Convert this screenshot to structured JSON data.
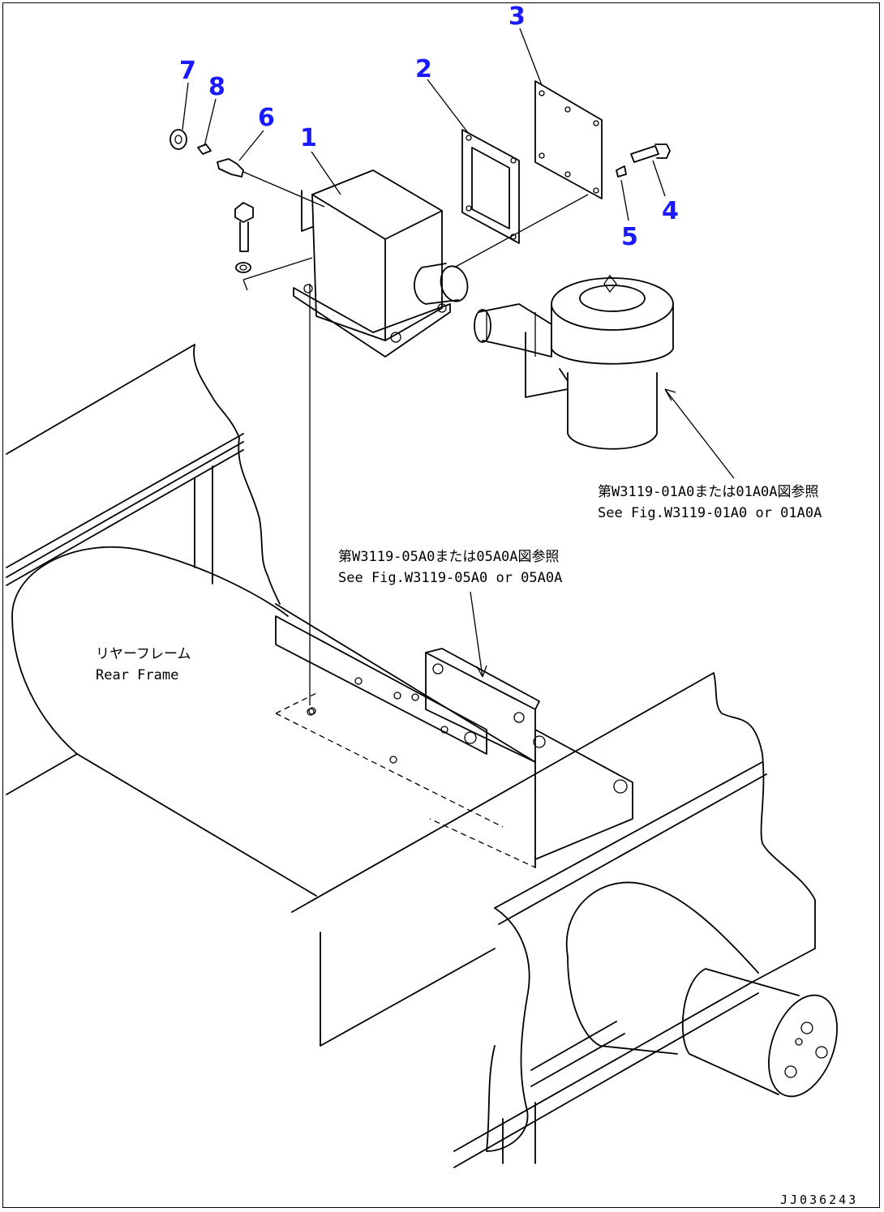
{
  "callouts": {
    "p1": "1",
    "p2": "2",
    "p3": "3",
    "p4": "4",
    "p5": "5",
    "p6": "6",
    "p7": "7",
    "p8": "8"
  },
  "notes": {
    "air_cleaner_ref_ja": "第W3119-01A0または01A0A図参照",
    "air_cleaner_ref_en": "See Fig.W3119-01A0 or 01A0A",
    "bracket_ref_ja": "第W3119-05A0または05A0A図参照",
    "bracket_ref_en": "See Fig.W3119-05A0 or 05A0A",
    "rear_frame_ja": "リヤーフレーム",
    "rear_frame_en": "Rear Frame"
  },
  "drawing_code": "JJ036243",
  "colors": {
    "callout": "#1a1aff",
    "line": "#000000"
  }
}
